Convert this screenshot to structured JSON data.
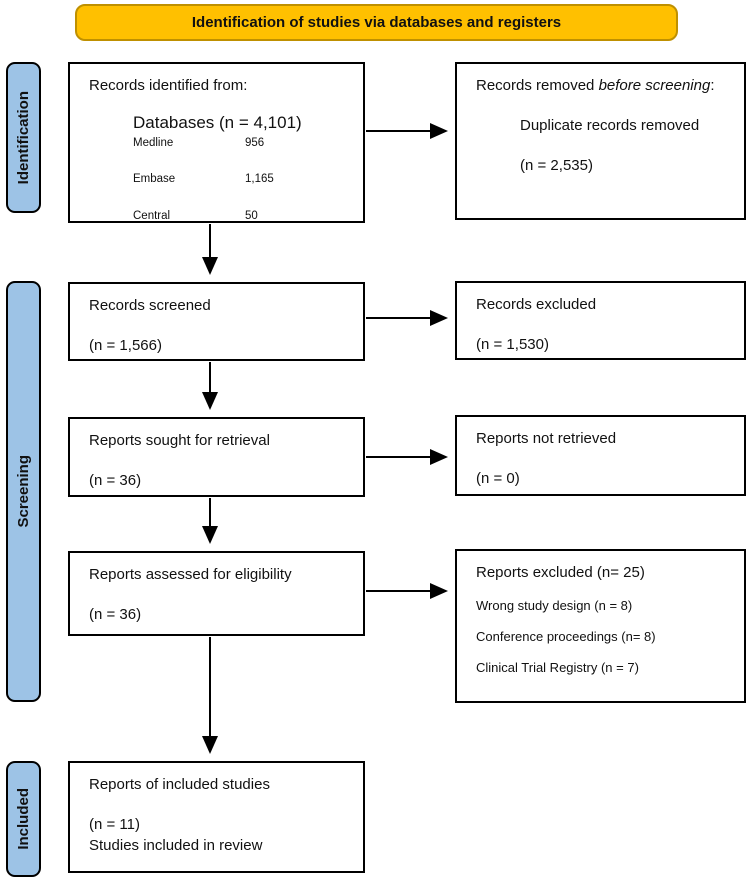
{
  "banner": {
    "title": "Identification of studies via databases and registers",
    "fill": "#FFC000",
    "border_color": "#BF9000"
  },
  "stages": [
    {
      "label": "Identification"
    },
    {
      "label": "Screening"
    },
    {
      "label": "Included"
    }
  ],
  "stage_bar_color": "#9DC3E6",
  "boxes": {
    "identified": {
      "title": "Records identified from:",
      "db_heading": "Databases (n = 4,101)",
      "sources": [
        {
          "name": "Medline",
          "count": "956"
        },
        {
          "name": "Embase",
          "count": "1,165"
        },
        {
          "name": "Central",
          "count": "50"
        }
      ]
    },
    "removed": {
      "line1_normal": "Records removed ",
      "line1_italic": "before screening",
      "line1_suffix": ":",
      "detail": "Duplicate records removed",
      "count": "(n = 2,535)"
    },
    "screened": {
      "title": "Records screened",
      "count": "(n = 1,566)"
    },
    "records_excluded": {
      "title": "Records excluded",
      "count": "(n = 1,530)"
    },
    "sought": {
      "title": "Reports sought for retrieval",
      "count": "(n = 36)"
    },
    "not_retrieved": {
      "title": "Reports not retrieved",
      "count": "(n = 0)"
    },
    "assessed": {
      "title": "Reports assessed for eligibility",
      "count": "(n = 36)"
    },
    "reports_excluded": {
      "title": "Reports excluded (n= 25)",
      "reasons": [
        "Wrong study design (n = 8)",
        "Conference proceedings (n= 8)",
        "Clinical Trial Registry (n = 7)"
      ]
    },
    "included": {
      "title": "Reports of included studies",
      "count": "(n = 11)",
      "note": "Studies included in review"
    }
  }
}
